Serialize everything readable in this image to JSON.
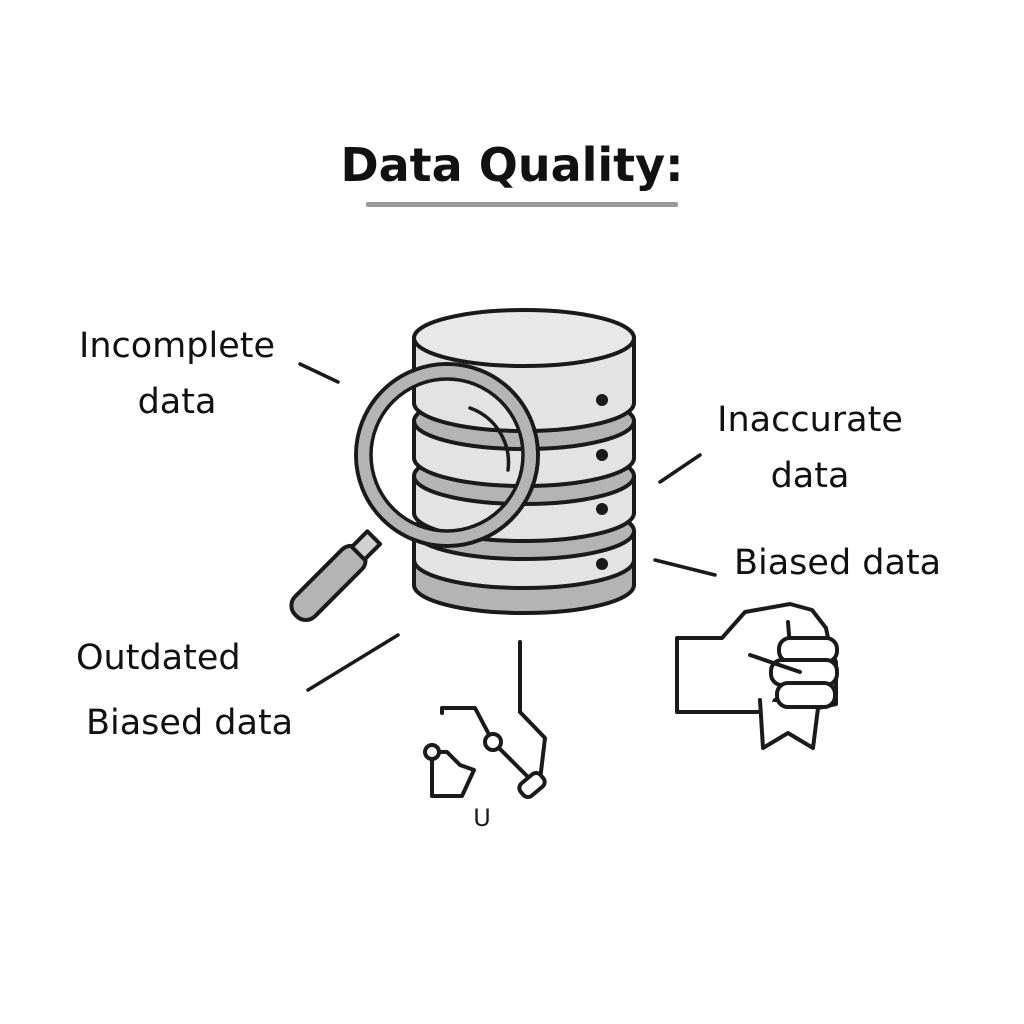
{
  "title": "Data Quality:",
  "labels": {
    "incomplete": [
      "Incomplete",
      "data"
    ],
    "inaccurate": [
      "Inaccurate",
      "data"
    ],
    "biased_right": "Biased data",
    "outdated": "Outdated",
    "biased_left": "Biased data",
    "small_glyph": "U"
  },
  "colors": {
    "stroke": "#1a1a1a",
    "disk_light": "#e3e3e3",
    "disk_dark": "#b4b4b4",
    "underline": "#9a9a9a"
  },
  "icons": [
    "database-icon",
    "magnifying-glass-icon",
    "hand-ribbon-icon",
    "network-icon"
  ]
}
